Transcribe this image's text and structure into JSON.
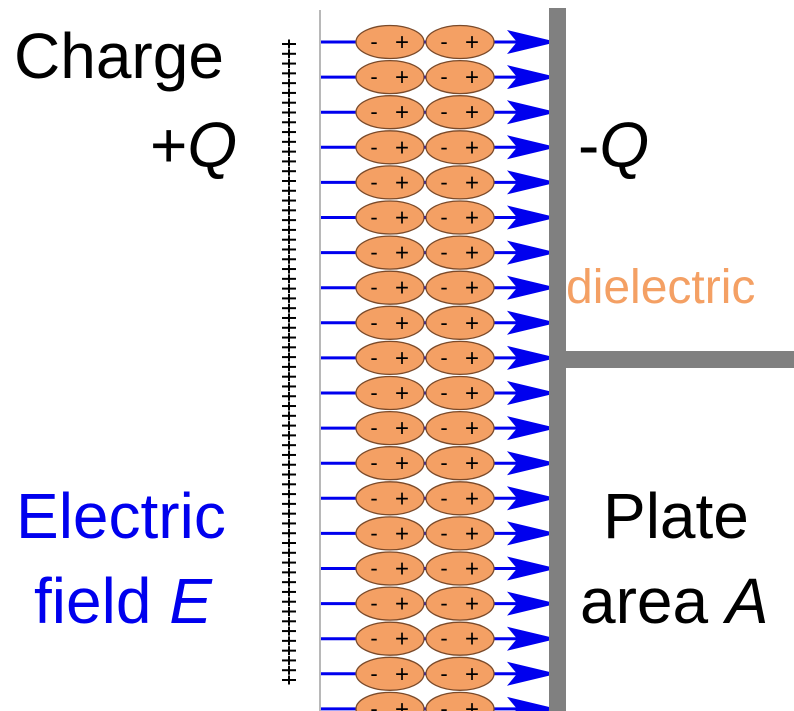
{
  "labels": {
    "charge_word": "Charge",
    "plus_sign": "+",
    "charge_symbol": "Q",
    "neg_sign": "-",
    "neg_symbol": "Q",
    "dielectric": "dielectric",
    "field_word1": "Electric",
    "field_word2": "field",
    "field_symbol": "E",
    "plate_word1": "Plate",
    "plate_word2": "area",
    "plate_symbol": "A"
  },
  "dipole": {
    "neg": "-",
    "pos": "+"
  },
  "counts": {
    "field_lines": 20,
    "plus_marks": 66,
    "dipole_columns": 2
  },
  "colors": {
    "field": "#0000ee",
    "dipole_fill": "#f4a064",
    "dipole_stroke": "#7a4a2a",
    "plate": "#808080",
    "dielectric_text": "#f4a064",
    "text": "#000000"
  }
}
